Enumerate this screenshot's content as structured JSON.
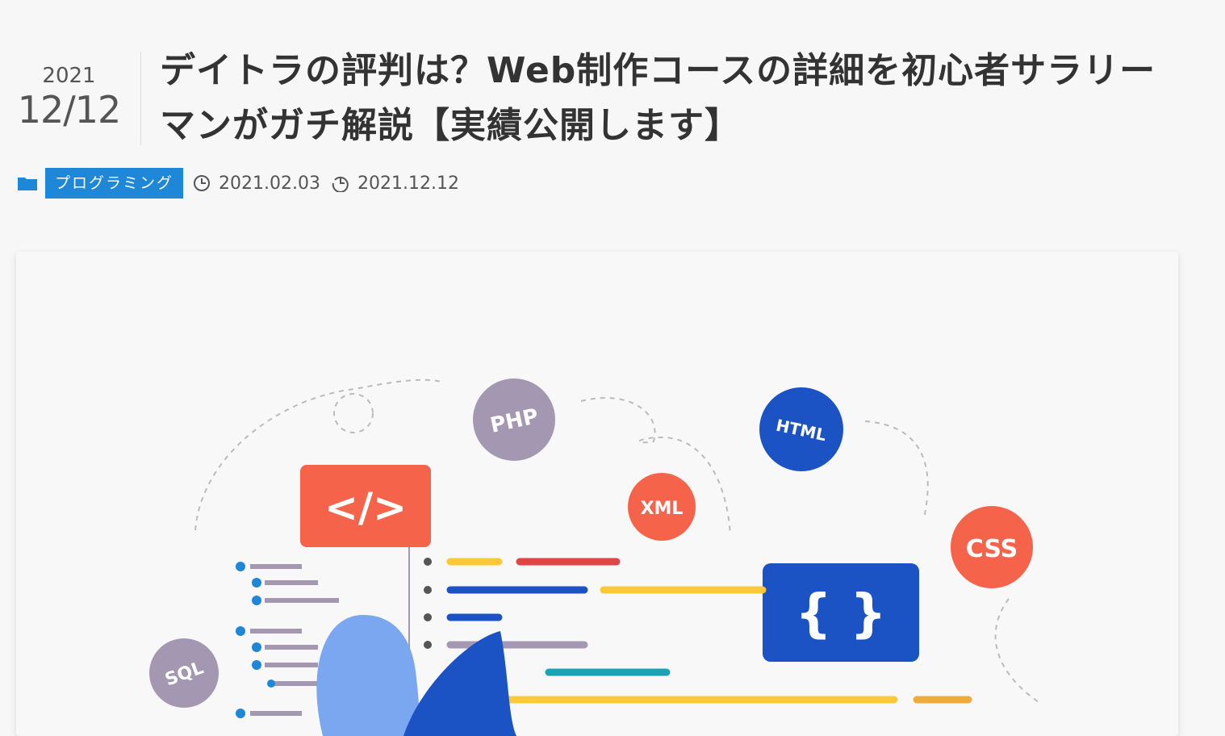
{
  "post": {
    "year": "2021",
    "month_day": "12/12",
    "title": "デイトラの評判は？Web制作コースの詳細を初心者サラリーマンがガチ解説【実績公開します】",
    "category": "プログラミング",
    "published": "2021.02.03",
    "updated": "2021.12.12"
  },
  "illustration": {
    "labels": {
      "php": "PHP",
      "html": "HTML",
      "xml": "XML",
      "css": "CSS",
      "sql": "SQL",
      "code": "</>",
      "braces": "{   }"
    }
  },
  "colors": {
    "accent": "#1e87d8",
    "orange": "#f4634a",
    "blue": "#1b52c4",
    "gray": "#a497b2"
  }
}
